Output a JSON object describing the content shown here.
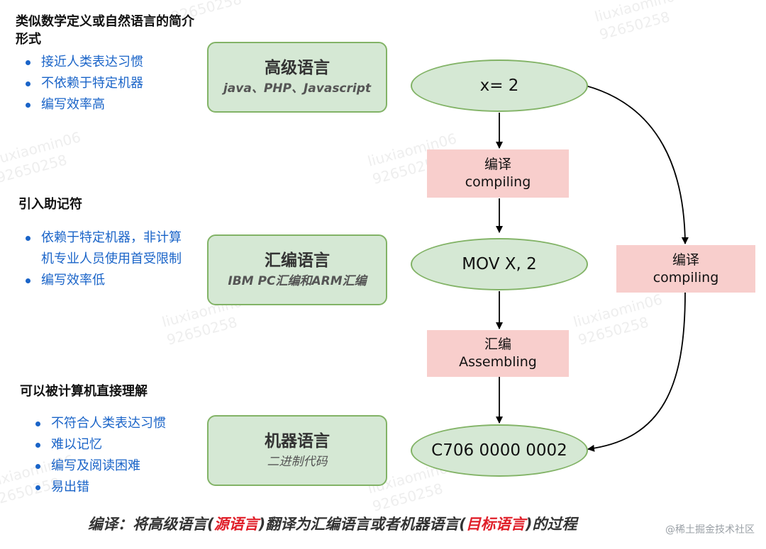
{
  "notes": [
    {
      "title": "类似数学定义或自然语言的简介形式",
      "bullets": [
        "接近人类表达习惯",
        "不依赖于特定机器",
        "编写效率高"
      ]
    },
    {
      "title": "引入助记符",
      "bullets": [
        "依赖于特定机器，非计算机专业人员使用首受限制",
        "编写效率低"
      ]
    },
    {
      "title": "可以被计算机直接理解",
      "bullets": [
        "不符合人类表达习惯",
        "难以记忆",
        "编写及阅读困难",
        "易出错"
      ]
    }
  ],
  "levels": [
    {
      "title": "高级语言",
      "subtitle": "java、PHP、Javascript"
    },
    {
      "title": "汇编语言",
      "subtitle": "IBM PC汇编和ARM汇编"
    },
    {
      "title": "机器语言",
      "subtitle": "二进制代码"
    }
  ],
  "code": {
    "high": "x= 2",
    "asm": "MOV X, 2",
    "machine": "C706 0000 0002"
  },
  "steps": {
    "compile1": {
      "cn": "编译",
      "en": "compiling"
    },
    "assemble": {
      "cn": "汇编",
      "en": "Assembling"
    },
    "compile2": {
      "cn": "编译",
      "en": "compiling"
    }
  },
  "footer": {
    "part1": "编译：将高级语言(",
    "source": "源语言",
    "part2": ")翻译为汇编语言或者机器语言(",
    "target": "目标语言",
    "part3": ")的过程"
  },
  "credit": "@稀土掘金技术社区",
  "watermark": {
    "user": "liuxiaomin06",
    "id": "92650258"
  },
  "colors": {
    "green_fill": "#d5e8d4",
    "green_border": "#82b366",
    "pink_fill": "#f8cecc",
    "bullet_blue": "#1a64c8",
    "highlight_red": "#e0202a"
  }
}
